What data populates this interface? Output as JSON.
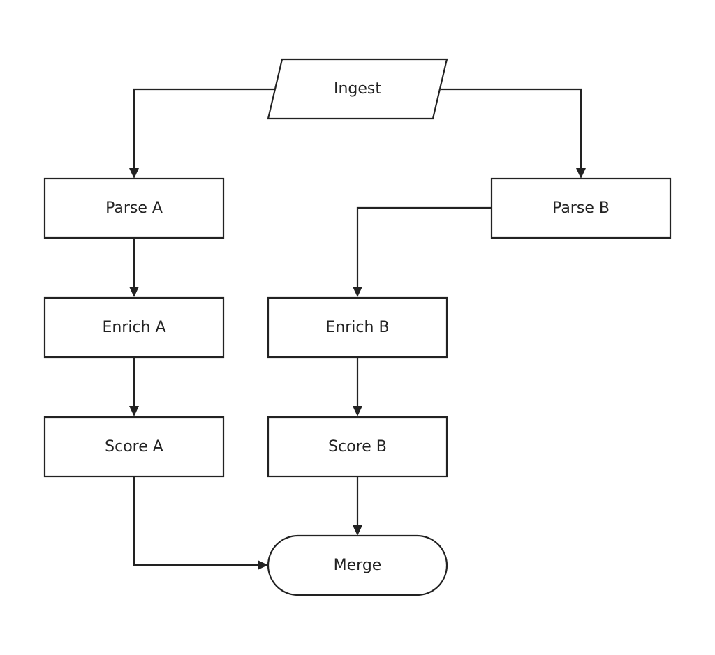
{
  "diagram": {
    "nodes": [
      {
        "id": "ingest",
        "label": "Ingest",
        "shape": "parallelogram"
      },
      {
        "id": "parse_a",
        "label": "Parse A",
        "shape": "rectangle"
      },
      {
        "id": "parse_b",
        "label": "Parse B",
        "shape": "rectangle"
      },
      {
        "id": "enrich_a",
        "label": "Enrich A",
        "shape": "rectangle"
      },
      {
        "id": "enrich_b",
        "label": "Enrich B",
        "shape": "rectangle"
      },
      {
        "id": "score_a",
        "label": "Score A",
        "shape": "rectangle"
      },
      {
        "id": "score_b",
        "label": "Score B",
        "shape": "rectangle"
      },
      {
        "id": "merge",
        "label": "Merge",
        "shape": "terminator"
      }
    ],
    "edges": [
      {
        "from": "ingest",
        "to": "parse_a"
      },
      {
        "from": "ingest",
        "to": "parse_b"
      },
      {
        "from": "parse_a",
        "to": "enrich_a"
      },
      {
        "from": "parse_b",
        "to": "enrich_b"
      },
      {
        "from": "enrich_a",
        "to": "score_a"
      },
      {
        "from": "enrich_b",
        "to": "score_b"
      },
      {
        "from": "score_a",
        "to": "merge"
      },
      {
        "from": "score_b",
        "to": "merge"
      }
    ],
    "colors": {
      "stroke": "#222222",
      "fill": "#ffffff",
      "text": "#222222"
    }
  }
}
